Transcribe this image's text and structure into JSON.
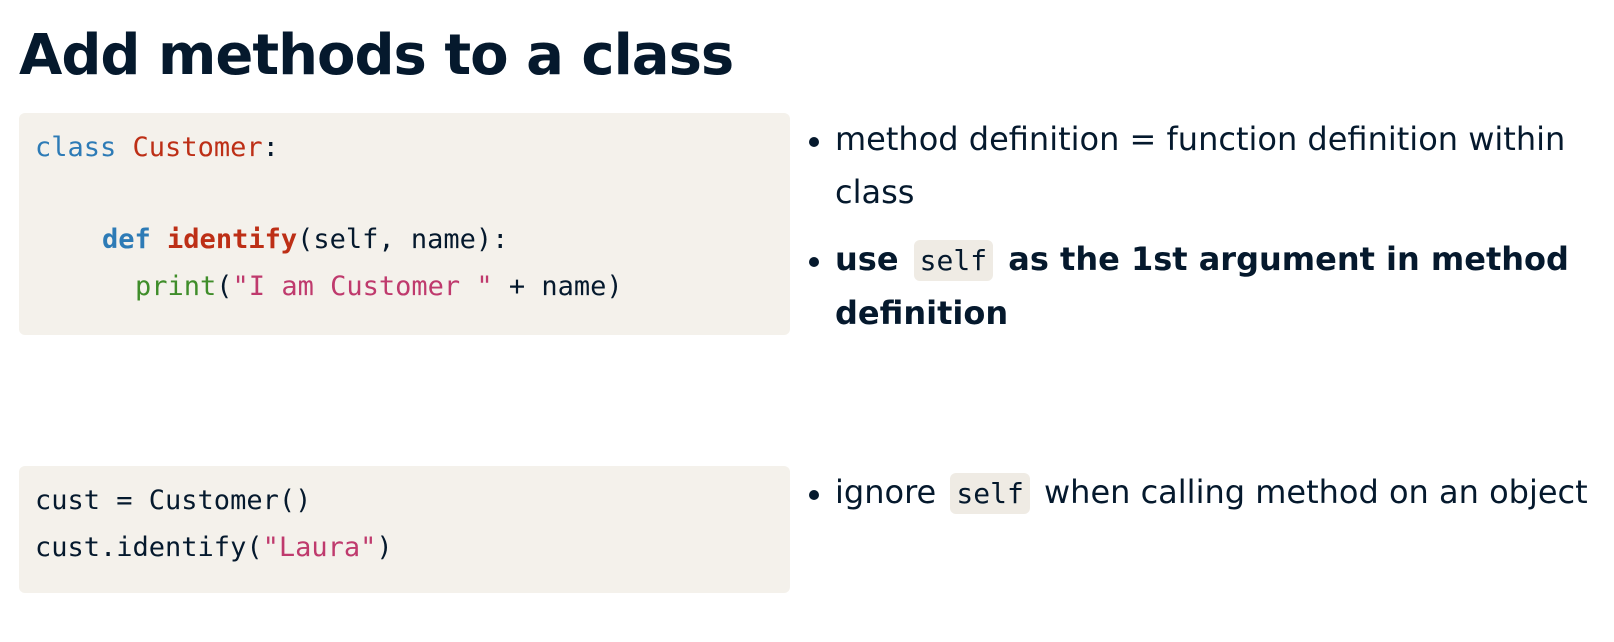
{
  "title": "Add methods to a class",
  "code_block_1": {
    "line1": {
      "kw": "class",
      "name": "Customer",
      "rest": ":"
    },
    "line3": {
      "kw": "def",
      "name": "identify",
      "rest": "(self, name):"
    },
    "line4": {
      "builtin": "print",
      "open": "(",
      "string": "\"I am Customer \"",
      "rest": " + name)"
    }
  },
  "code_block_2": {
    "line1": "cust = Customer()",
    "line2": {
      "before": "cust.identify(",
      "string": "\"Laura\"",
      "after": ")"
    }
  },
  "bullets_1": [
    {
      "text": "method definition = function definition within class"
    },
    {
      "before": "use",
      "code": "self",
      "after": "as the 1st argument in method definition"
    }
  ],
  "bullets_2": [
    {
      "before": "ignore",
      "code": "self",
      "after": "when calling method on an object"
    }
  ],
  "colors": {
    "text": "#05192d",
    "code_background": "#f4f1eb",
    "keyword": "#2d7bb6",
    "class_name": "#bd2f16",
    "builtin": "#3f8d2a",
    "string": "#bf3a6d"
  }
}
